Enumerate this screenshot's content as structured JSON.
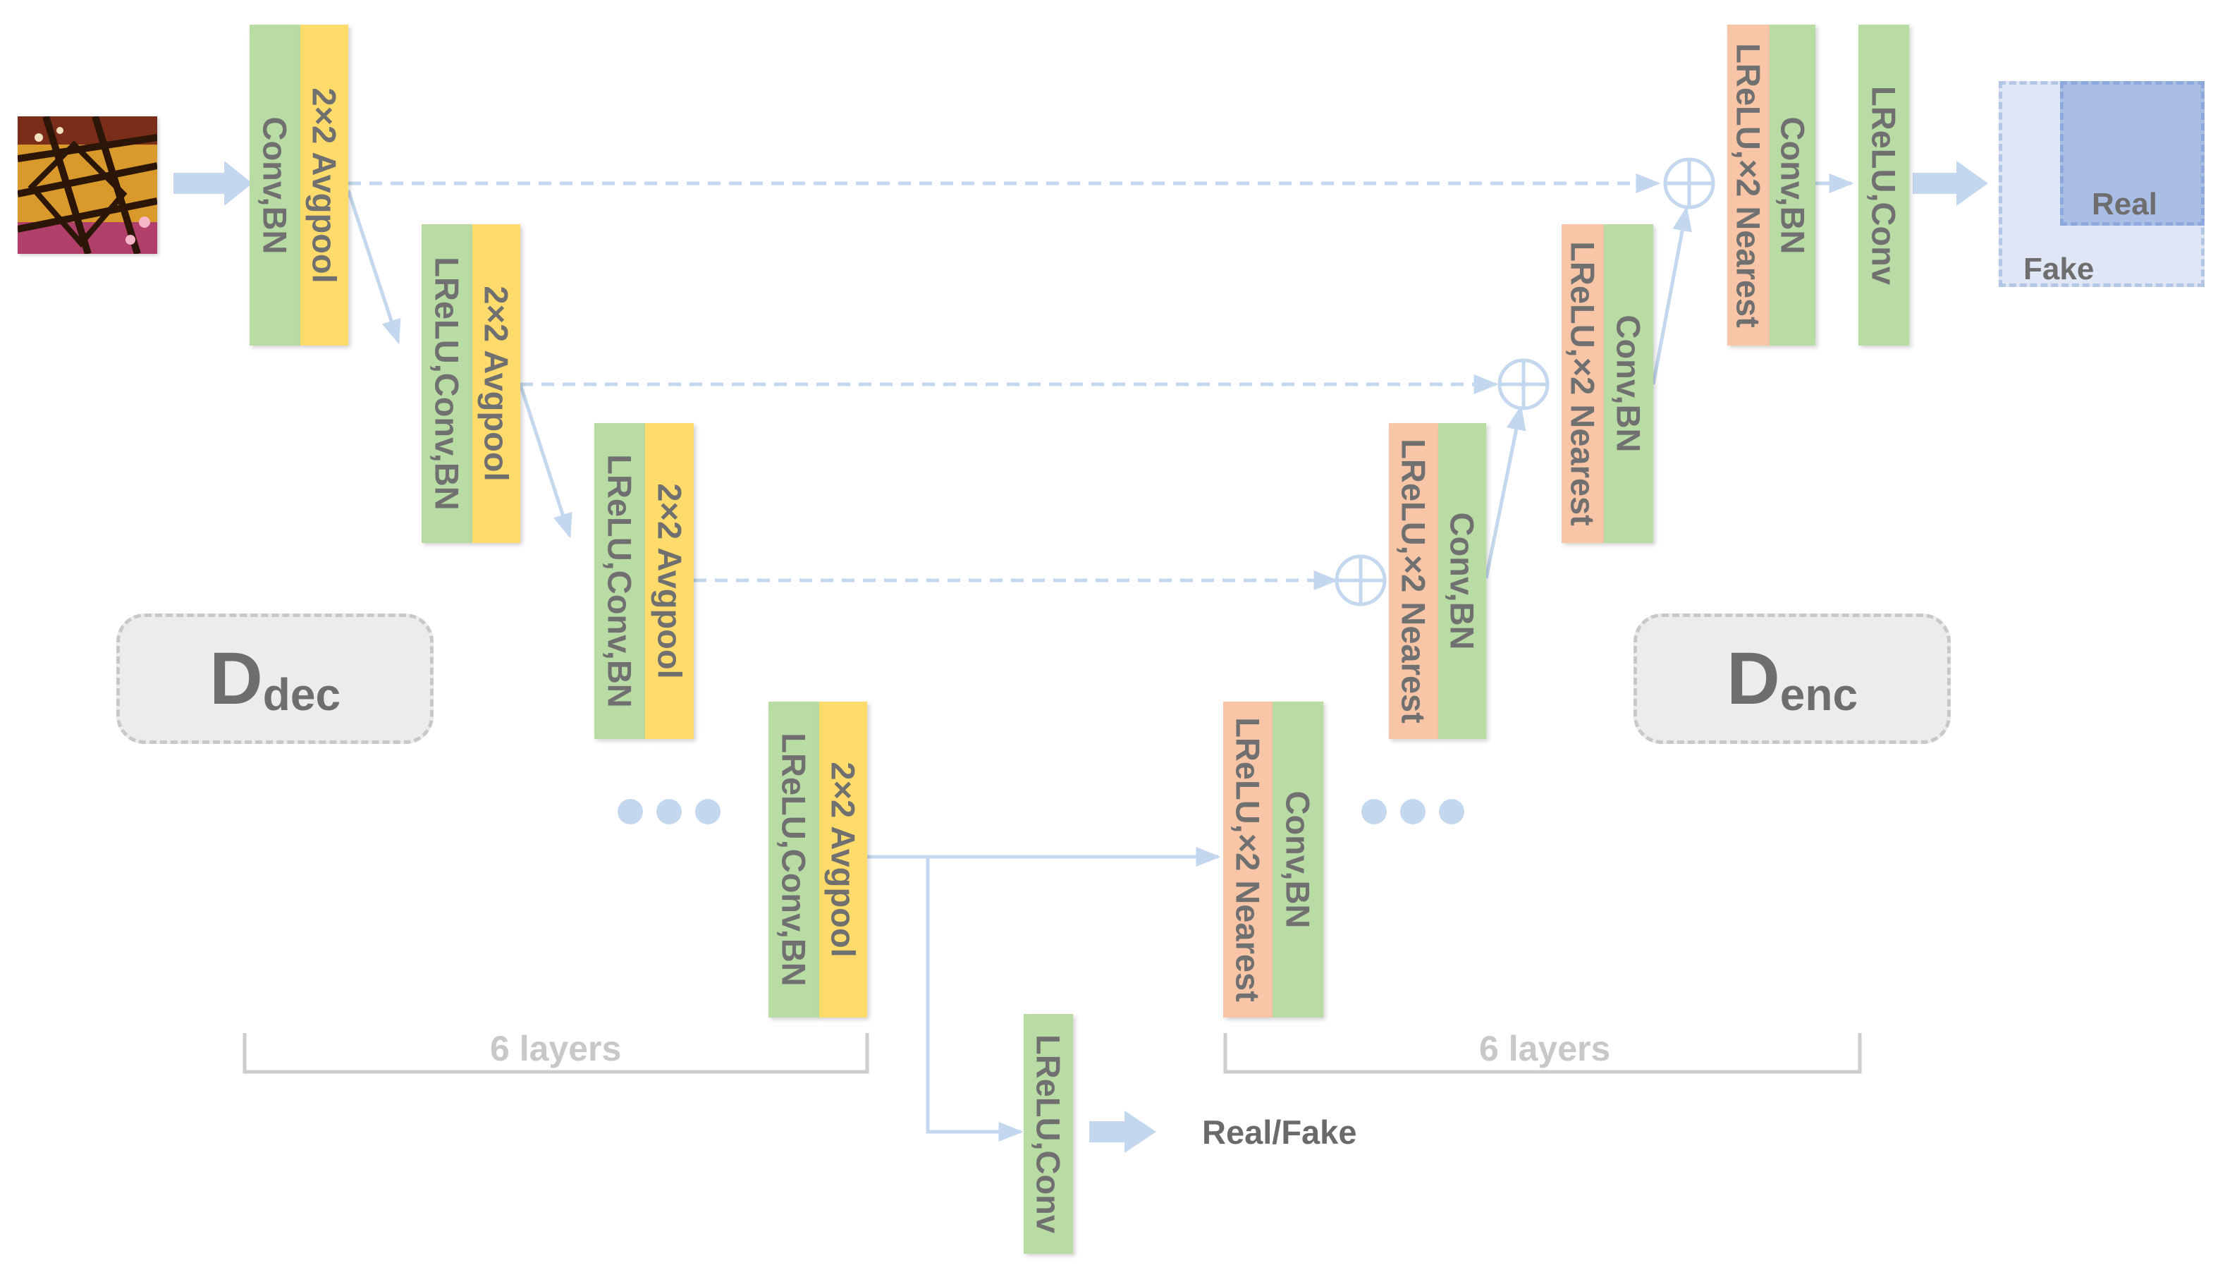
{
  "blocks": {
    "d1_green": "Conv,BN",
    "d1_yellow": "2×2 Avgpool",
    "d2_green": "LReLU,Conv,BN",
    "d2_yellow": "2×2 Avgpool",
    "d3_green": "LReLU,Conv,BN",
    "d3_yellow": "2×2 Avgpool",
    "d4_green": "LReLU,Conv,BN",
    "d4_yellow": "2×2 Avgpool",
    "bottom_conv": "LReLU,Conv",
    "u4_salmon": "LReLU,×2 Nearest",
    "u4_green": "Conv,BN",
    "u3_salmon": "LReLU,×2 Nearest",
    "u3_green": "Conv,BN",
    "u2_salmon": "LReLU,×2 Nearest",
    "u2_green": "Conv,BN",
    "u1_salmon": "LReLU,×2 Nearest",
    "u1_green": "Conv,BN",
    "final_conv": "LReLU,Conv"
  },
  "labels": {
    "d_dec_main": "D",
    "d_dec_sub": "dec",
    "d_enc_main": "D",
    "d_enc_sub": "enc",
    "left_layers": "6 layers",
    "right_layers": "6 layers",
    "real_fake": "Real/Fake",
    "real": "Real",
    "fake": "Fake"
  },
  "colors": {
    "green": "#b9dba4",
    "yellow": "#fedb6a",
    "salmon": "#f8c6a6",
    "arrow": "#c3d7ee",
    "output_fake": "#dfe6f6",
    "output_real": "#a9bde5"
  }
}
